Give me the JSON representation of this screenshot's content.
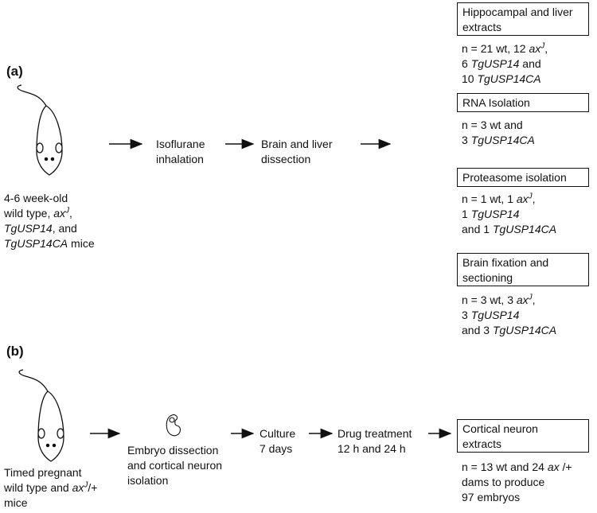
{
  "panel_a": {
    "label": "(a)",
    "mouse_caption": [
      "4-6 week-old",
      "wild type, ",
      "ax",
      "J",
      ",",
      "TgUSP14",
      ", and",
      "TgUSP14CA",
      " mice"
    ],
    "step1": [
      "Isoflurane",
      "inhalation"
    ],
    "step2": [
      "Brain and liver",
      "dissection"
    ],
    "outputs": [
      {
        "title": [
          "Hippocampal and liver",
          "extracts"
        ],
        "n": [
          "n = 21 wt, 12 ",
          "ax",
          "J",
          ",",
          "6 ",
          "TgUSP14",
          " and",
          "10 ",
          "TgUSP14CA"
        ]
      },
      {
        "title": [
          "RNA Isolation"
        ],
        "n": [
          "n = 3 wt and",
          "3 ",
          "TgUSP14CA"
        ]
      },
      {
        "title": [
          "Proteasome isolation"
        ],
        "n": [
          "n = 1 wt, 1 ",
          "ax",
          "J",
          ",",
          "1 ",
          "TgUSP14",
          "and 1 ",
          "TgUSP14CA"
        ]
      },
      {
        "title": [
          "Brain fixation and",
          "sectioning"
        ],
        "n": [
          "n = 3 wt, 3 ",
          "ax",
          "J",
          ",",
          "3 ",
          "TgUSP14",
          "and 3 ",
          "TgUSP14CA"
        ]
      }
    ]
  },
  "panel_b": {
    "label": "(b)",
    "mouse_caption": [
      "Timed pregnant",
      "wild type and ",
      "ax",
      "J",
      "/+",
      "mice"
    ],
    "step1": [
      "Embryo dissection",
      "and cortical neuron",
      "isolation"
    ],
    "step2": [
      "Culture",
      "7 days"
    ],
    "step3": [
      "Drug treatment",
      "12 h and 24 h"
    ],
    "output_title": [
      "Cortical neuron",
      "extracts"
    ],
    "output_n": [
      "n = 13 wt and 24 ",
      "ax",
      " /+",
      "dams to produce",
      "97 embryos"
    ]
  }
}
